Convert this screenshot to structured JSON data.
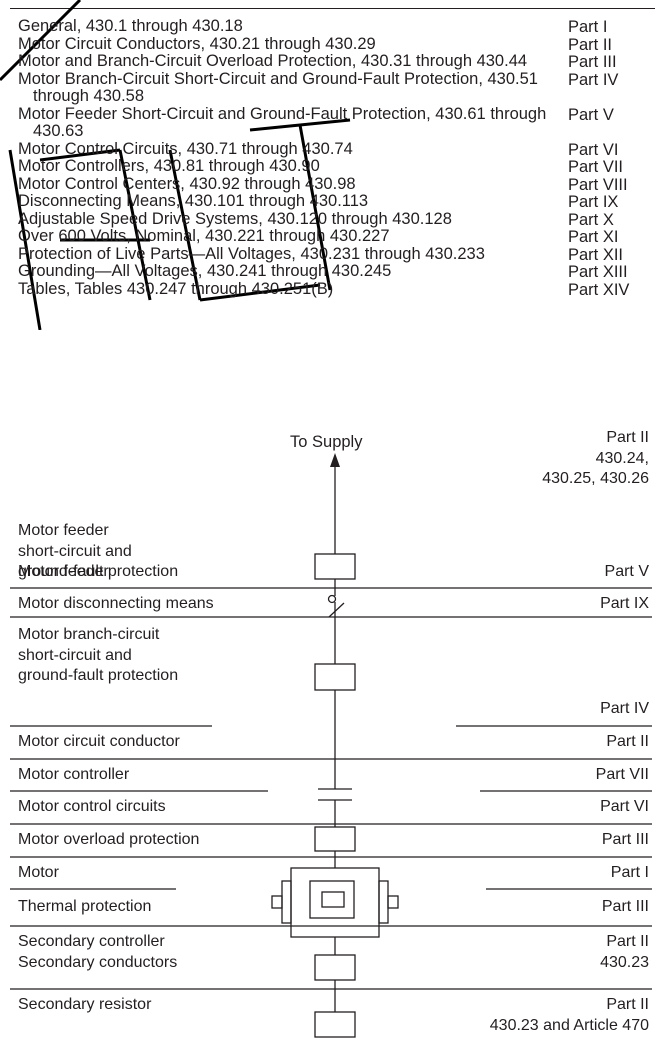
{
  "toc": [
    {
      "title": "General, 430.1 through 430.18",
      "part": "Part I"
    },
    {
      "title": "Motor Circuit Conductors, 430.21 through 430.29",
      "part": "Part II"
    },
    {
      "title": "Motor and Branch-Circuit Overload Protection, 430.31 through 430.44",
      "part": "Part III"
    },
    {
      "title": "Motor Branch-Circuit Short-Circuit and Ground-Fault Protection, 430.51 through 430.58",
      "part": "Part IV"
    },
    {
      "title": "Motor Feeder Short-Circuit and Ground-Fault Protection, 430.61 through 430.63",
      "part": "Part V"
    },
    {
      "title": "Motor Control Circuits, 430.71 through 430.74",
      "part": "Part VI"
    },
    {
      "title": "Motor Controllers, 430.81 through 430.90",
      "part": "Part VII"
    },
    {
      "title": "Motor Control Centers, 430.92 through 430.98",
      "part": "Part VIII"
    },
    {
      "title": "Disconnecting Means, 430.101 through 430.113",
      "part": "Part IX"
    },
    {
      "title": "Adjustable Speed Drive Systems, 430.120 through 430.128",
      "part": "Part X"
    },
    {
      "title": "Over 600 Volts, Nominal, 430.221 through 430.227",
      "part": "Part XI"
    },
    {
      "title": "Protection of Live Parts—All Voltages, 430.231 through 430.233",
      "part": "Part XII"
    },
    {
      "title": "Grounding—All Voltages, 430.241 through 430.245",
      "part": "Part XIII"
    },
    {
      "title": "Tables, Tables 430.247 through 430.251(B)",
      "part": "Part XIV"
    }
  ],
  "diagram": {
    "supply": "To Supply",
    "labels": {
      "feeder": "Motor feeder",
      "feeder_protection": "Motor feeder\nshort-circuit and\nground-fault protection",
      "disconnect": "Motor disconnecting means",
      "branch_protection": "Motor branch-circuit\nshort-circuit and\nground-fault protection",
      "conductor": "Motor circuit conductor",
      "controller": "Motor controller",
      "control_circuits": "Motor control circuits",
      "overload": "Motor overload protection",
      "motor": "Motor",
      "thermal": "Thermal protection",
      "secondary": "Secondary controller\nSecondary conductors",
      "resistor": "Secondary resistor"
    },
    "refs": {
      "feeder": "Part II\n430.24,\n430.25, 430.26",
      "feeder_protection": "Part V",
      "disconnect": "Part IX",
      "branch_protection": "Part IV",
      "conductor": "Part II",
      "controller": "Part VII",
      "control_circuits": "Part VI",
      "overload": "Part III",
      "motor": "Part I",
      "thermal": "Part III",
      "secondary": "Part II\n430.23",
      "resistor": "Part II\n430.23 and Article 470"
    }
  }
}
